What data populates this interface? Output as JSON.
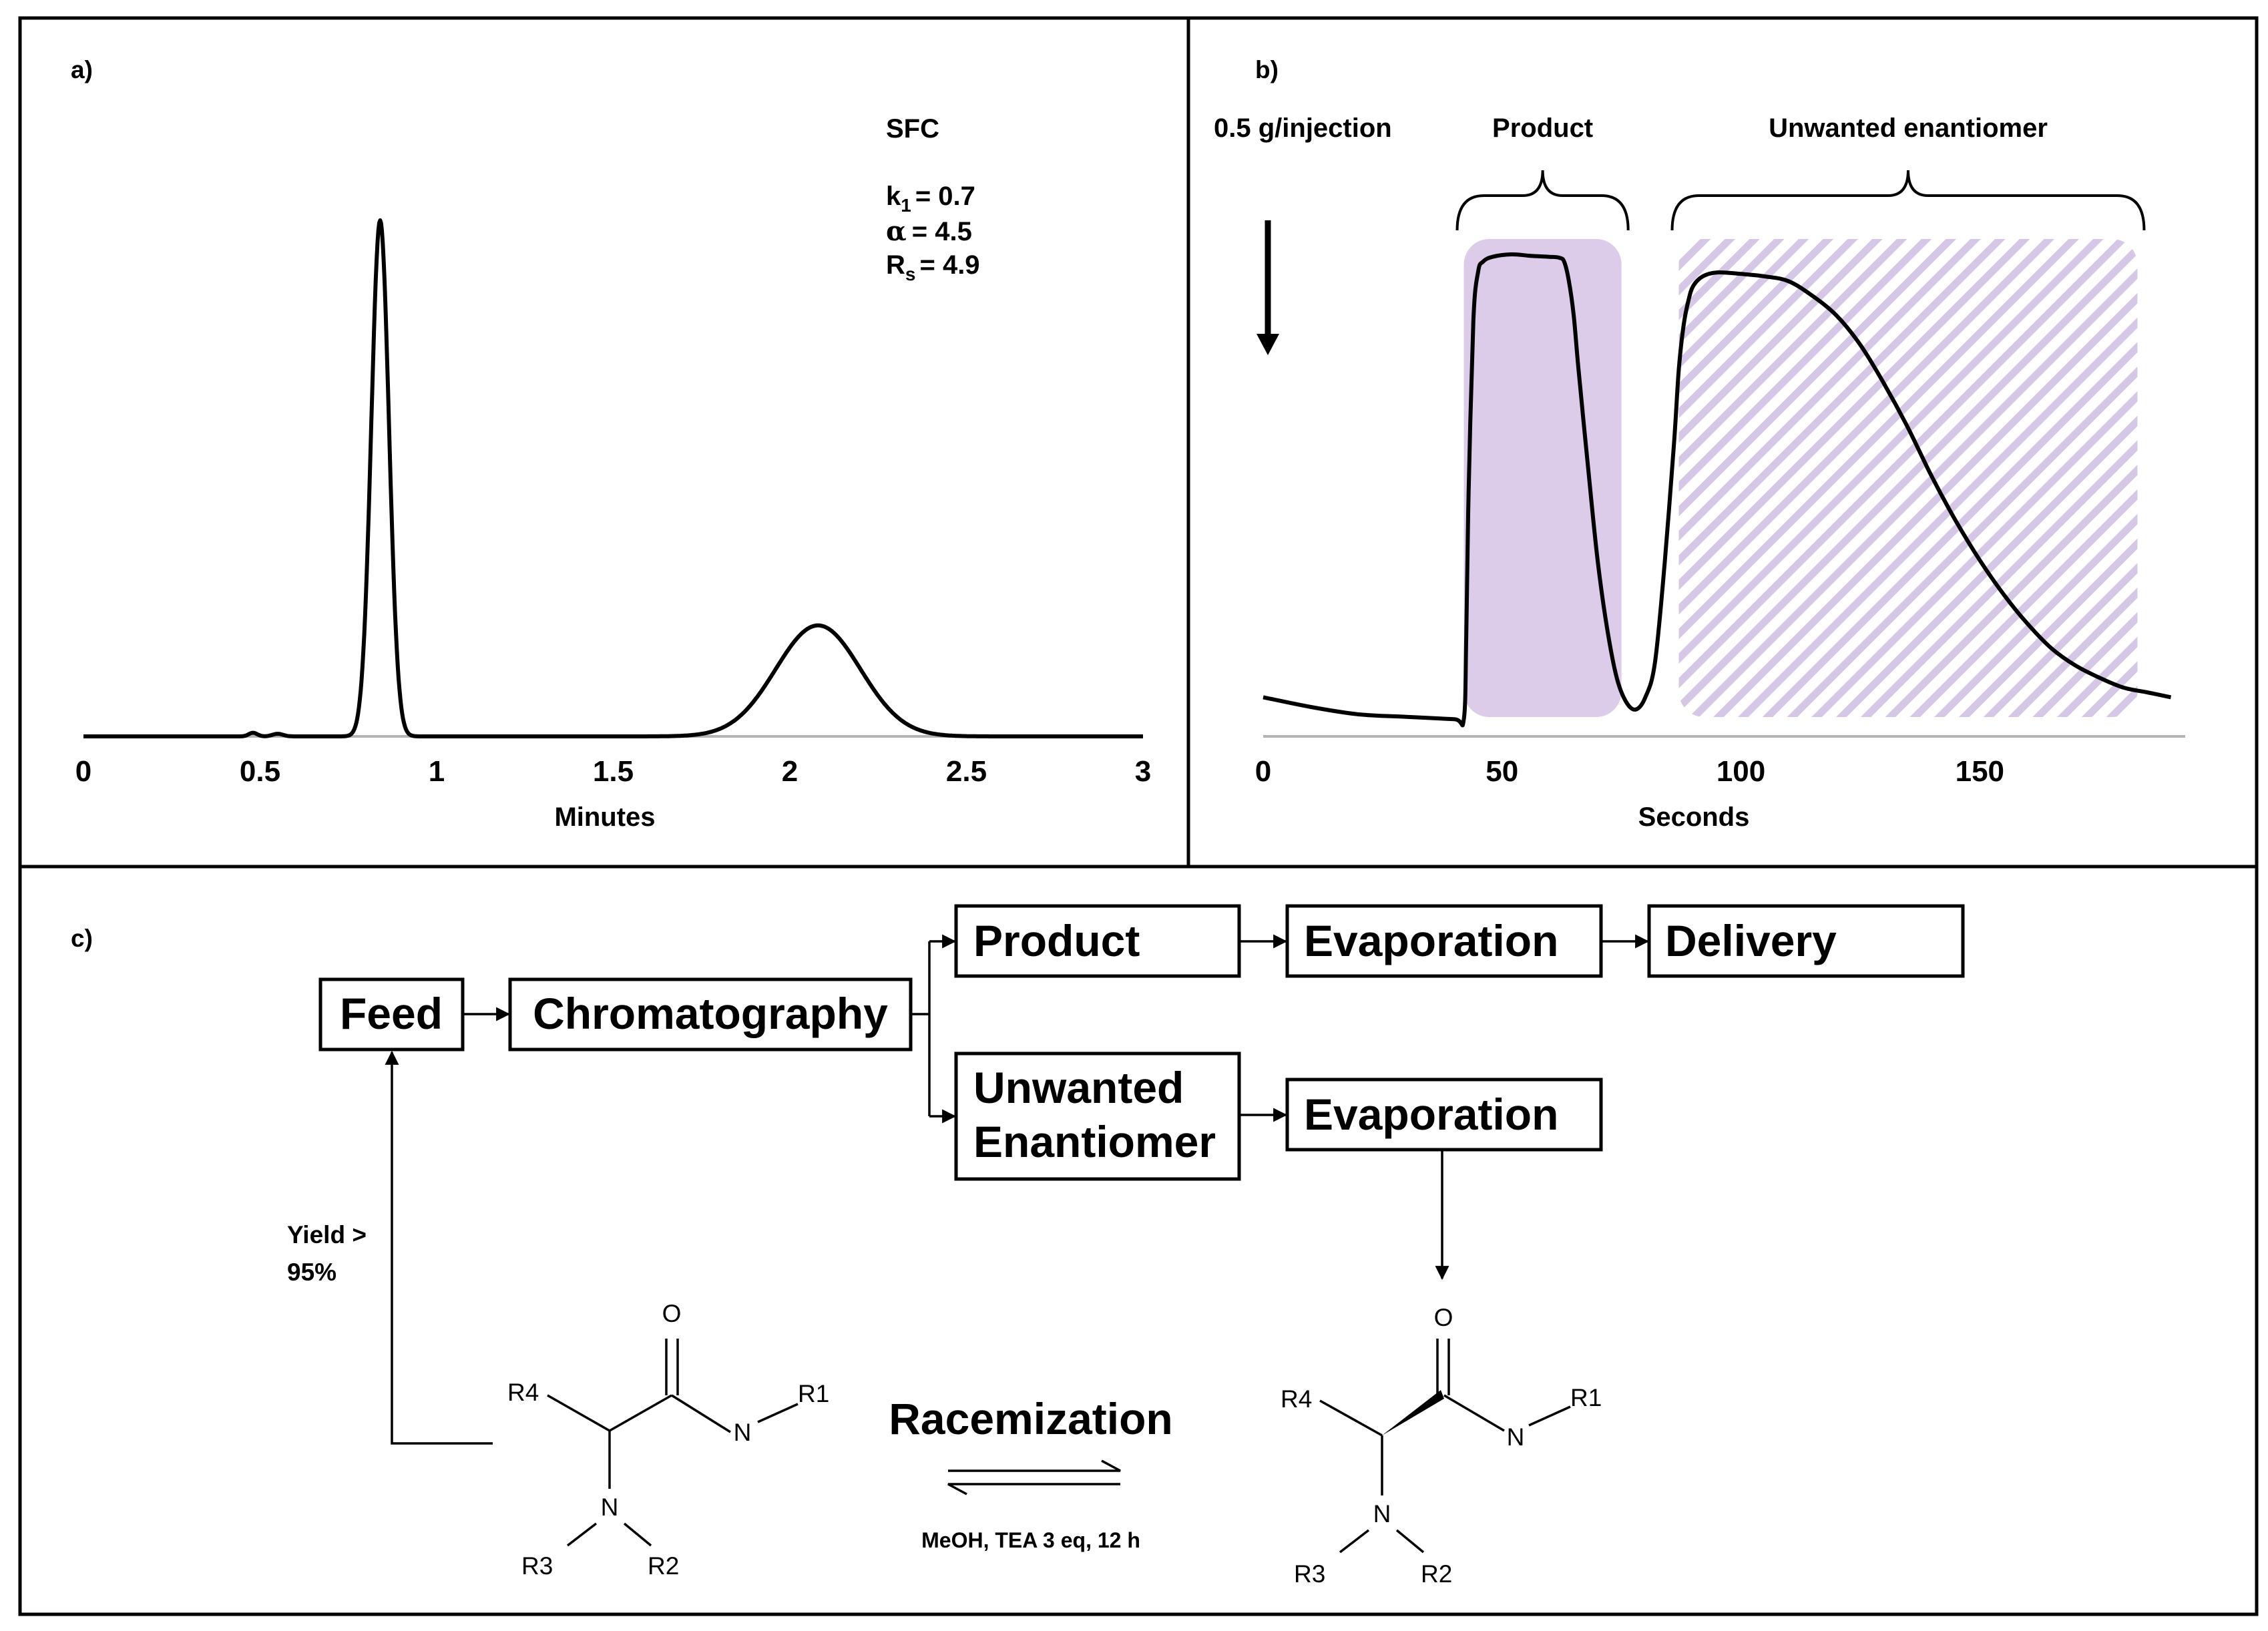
{
  "panels": {
    "a": {
      "label": "a)"
    },
    "b": {
      "label": "b)"
    },
    "c": {
      "label": "c)"
    }
  },
  "chart_data": [
    {
      "type": "line",
      "panel": "a",
      "title": "",
      "xlabel": "Minutes",
      "ylabel": "",
      "xlim": [
        0,
        3
      ],
      "x_ticks": [
        "0",
        "0.5",
        "1",
        "1.5",
        "2",
        "2.5",
        "3"
      ],
      "grid": false,
      "annotation": {
        "method": "SFC",
        "k1_symbol": "k",
        "k1_sub": "1",
        "k1_value": "= 0.7",
        "alpha_symbol": "α",
        "alpha_value": "= 4.5",
        "rs_symbol": "R",
        "rs_sub": "s",
        "rs_value": "= 4.9"
      },
      "peaks": [
        {
          "center": 0.84,
          "height": 1.0,
          "width": 0.025
        },
        {
          "center": 2.08,
          "height": 0.215,
          "width": 0.12
        }
      ],
      "minor_peaks": [
        {
          "center": 0.48,
          "height": 0.007,
          "width": 0.012
        },
        {
          "center": 0.55,
          "height": 0.005,
          "width": 0.015
        }
      ]
    },
    {
      "type": "line",
      "panel": "b",
      "title": "",
      "xlabel": "Seconds",
      "ylabel": "",
      "xlim": [
        0,
        193
      ],
      "x_ticks": [
        "0",
        "50",
        "100",
        "150"
      ],
      "grid": false,
      "injection_label": "0.5 g/injection",
      "regions": [
        {
          "name": "Product",
          "x_start": 42,
          "x_end": 75,
          "fill": "#dcccea",
          "style": "solid"
        },
        {
          "name": "Unwanted enantiomer",
          "x_start": 87,
          "x_end": 183,
          "fill": "#d6c7e6",
          "style": "hatched"
        }
      ],
      "trace": {
        "x": [
          0,
          10,
          20,
          30,
          40,
          42,
          42.5,
          43,
          44,
          45,
          46,
          48,
          52,
          56,
          60,
          62,
          63,
          64,
          65,
          66,
          68,
          70,
          72,
          74,
          76,
          78,
          80,
          82,
          84,
          86,
          87,
          88,
          89,
          90,
          92,
          95,
          100,
          105,
          110,
          115,
          120,
          125,
          130,
          135,
          140,
          145,
          150,
          155,
          160,
          165,
          170,
          175,
          180,
          185,
          190
        ],
        "y": [
          0.08,
          0.06,
          0.045,
          0.04,
          0.035,
          0.035,
          0.2,
          0.5,
          0.85,
          0.95,
          0.97,
          0.98,
          0.985,
          0.982,
          0.98,
          0.978,
          0.97,
          0.93,
          0.86,
          0.75,
          0.55,
          0.36,
          0.22,
          0.12,
          0.07,
          0.055,
          0.08,
          0.15,
          0.35,
          0.6,
          0.75,
          0.84,
          0.89,
          0.92,
          0.94,
          0.948,
          0.945,
          0.94,
          0.93,
          0.9,
          0.86,
          0.8,
          0.72,
          0.63,
          0.53,
          0.44,
          0.36,
          0.29,
          0.23,
          0.18,
          0.145,
          0.12,
          0.1,
          0.09,
          0.08
        ]
      }
    }
  ],
  "flow": {
    "feed": "Feed",
    "chromatography": "Chromatography",
    "product": "Product",
    "unwanted_line1": "Unwanted",
    "unwanted_line2": "Enantiomer",
    "evaporation_top": "Evaporation",
    "evaporation_bottom": "Evaporation",
    "delivery": "Delivery",
    "yield_line1": "Yield  >",
    "yield_line2": "95%",
    "racemization": "Racemization",
    "conditions": "MeOH,  TEA 3 eq, 12 h"
  },
  "molecules": {
    "left": {
      "o": "O",
      "r1": "R1",
      "r4": "R4",
      "n_amide": "N",
      "n_amine": "N",
      "r3": "R3",
      "r2": "R2"
    },
    "right": {
      "o": "O",
      "r1": "R1",
      "r4": "R4",
      "n_amide": "N",
      "n_amine": "N",
      "r3": "R3",
      "r2": "R2"
    }
  }
}
